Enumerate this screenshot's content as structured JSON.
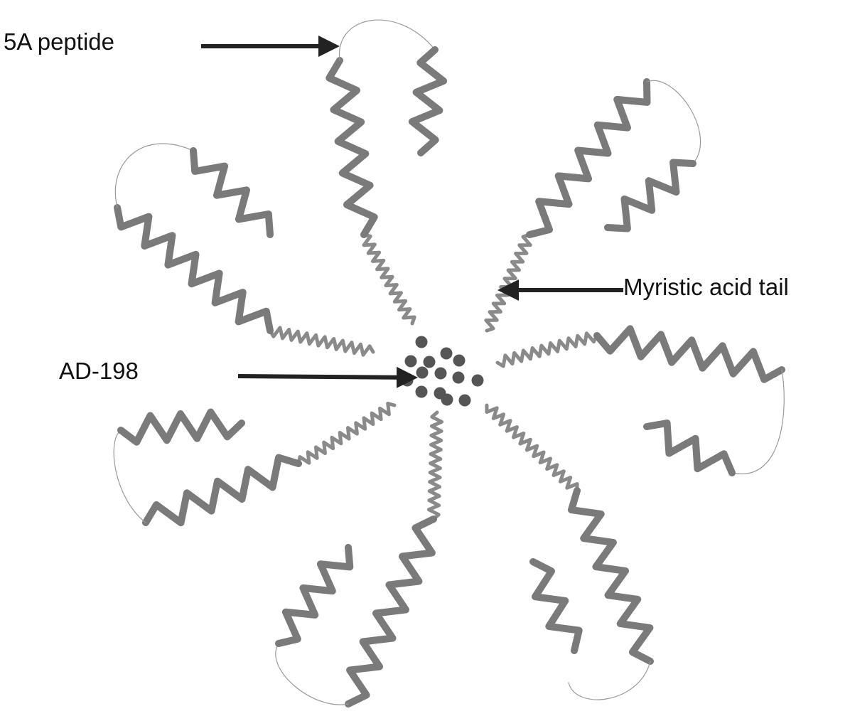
{
  "labels": {
    "peptide": "5A peptide",
    "tail": "Myristic acid tail",
    "drug": "AD-198"
  },
  "colors": {
    "helix": "#7a7a7a",
    "tail": "#8a8a8a",
    "loop": "#9a9a9a",
    "dot": "#555555",
    "arrow": "#222222"
  },
  "structure": {
    "arm_count": 7,
    "drug_particle_count": 14
  }
}
